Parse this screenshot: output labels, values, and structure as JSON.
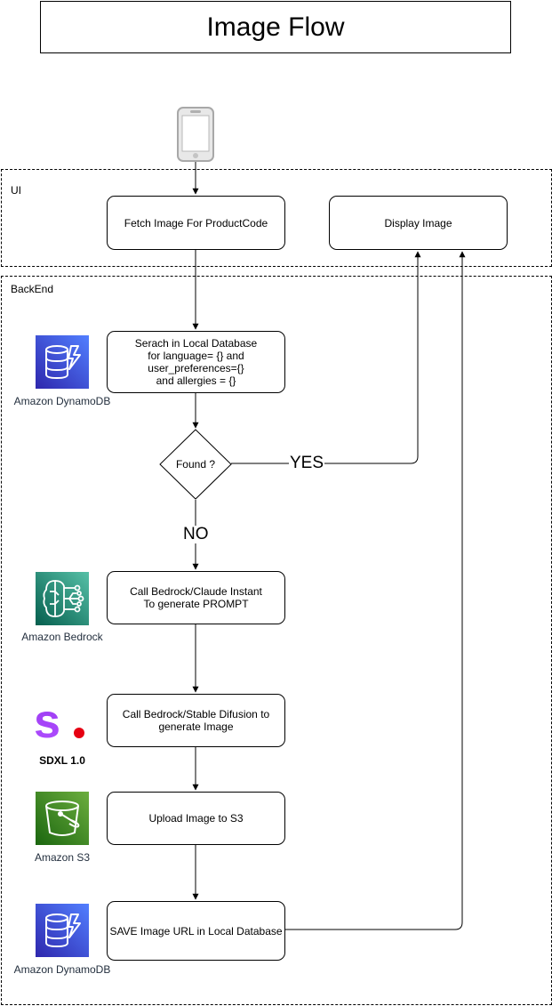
{
  "title": "Image Flow",
  "groups": {
    "ui": "UI",
    "backend": "BackEnd"
  },
  "nodes": {
    "fetch": "Fetch Image For ProductCode",
    "display": "Display Image",
    "search": "Serach in Local Database\nfor language= {} and\nuser_preferences={}\nand allergies = {}",
    "found": "Found ?",
    "bedrock_prompt": "Call Bedrock/Claude Instant\nTo generate PROMPT",
    "stable_diffusion": "Call Bedrock/Stable Difusion to\ngenerate Image",
    "upload": "Upload Image to S3",
    "save": "SAVE Image URL in Local Database"
  },
  "edge_labels": {
    "yes": "YES",
    "no": "NO"
  },
  "icons": {
    "mobile": {
      "name": "mobile-phone-icon"
    },
    "dynamodb_1": {
      "name": "amazon-dynamodb-icon",
      "caption": "Amazon DynamoDB",
      "color": "#3b48cc"
    },
    "bedrock": {
      "name": "amazon-bedrock-icon",
      "caption": "Amazon Bedrock",
      "color": "#1aa58a"
    },
    "sdxl": {
      "name": "stability-ai-icon",
      "caption": "SDXL 1.0",
      "color": "#9b3df5"
    },
    "s3": {
      "name": "amazon-s3-icon",
      "caption": "Amazon S3",
      "color": "#3f8624"
    },
    "dynamodb_2": {
      "name": "amazon-dynamodb-icon",
      "caption": "Amazon DynamoDB",
      "color": "#3b48cc"
    }
  },
  "colors": {
    "aws_caption": "#232f3e",
    "sdxl_dot": "#e60012"
  }
}
